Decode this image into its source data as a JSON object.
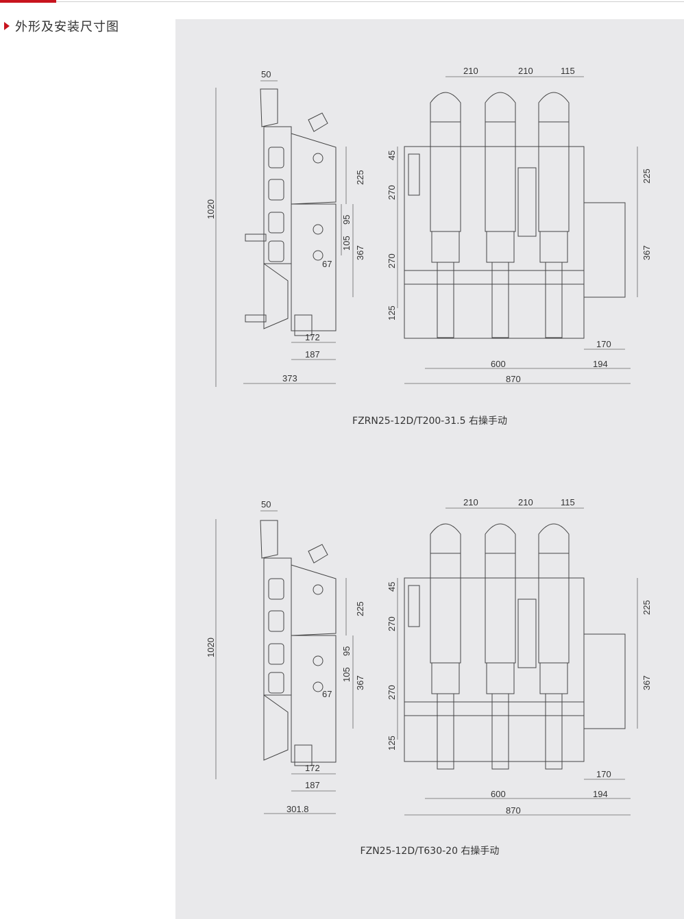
{
  "header": {
    "title": "外形及安装尺寸图"
  },
  "drawings": [
    {
      "caption": "FZRN25-12D/T200-31.5 右操手动",
      "side_view": {
        "dim_top": "50",
        "dim_height": "1020",
        "dim_225": "225",
        "dim_95": "95",
        "dim_105": "105",
        "dim_367": "367",
        "dim_67": "67",
        "dim_172": "172",
        "dim_187": "187",
        "dim_total": "373"
      },
      "front_view": {
        "dim_210a": "210",
        "dim_210b": "210",
        "dim_115": "115",
        "dim_45": "45",
        "dim_270a": "270",
        "dim_270b": "270",
        "dim_125": "125",
        "dim_225r": "225",
        "dim_367r": "367",
        "dim_170": "170",
        "dim_194": "194",
        "dim_600": "600",
        "dim_870": "870"
      }
    },
    {
      "caption": "FZN25-12D/T630-20 右操手动",
      "side_view": {
        "dim_top": "50",
        "dim_height": "1020",
        "dim_225": "225",
        "dim_95": "95",
        "dim_105": "105",
        "dim_367": "367",
        "dim_67": "67",
        "dim_172": "172",
        "dim_187": "187",
        "dim_total": "301.8"
      },
      "front_view": {
        "dim_210a": "210",
        "dim_210b": "210",
        "dim_115": "115",
        "dim_45": "45",
        "dim_270a": "270",
        "dim_270b": "270",
        "dim_125": "125",
        "dim_225r": "225",
        "dim_367r": "367",
        "dim_170": "170",
        "dim_194": "194",
        "dim_600": "600",
        "dim_870": "870"
      }
    }
  ]
}
